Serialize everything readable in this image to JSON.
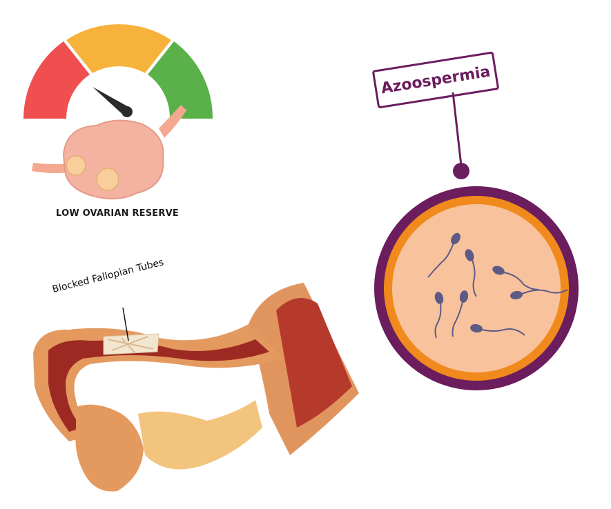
{
  "ovarian": {
    "caption": "LOW OVARIAN RESERVE",
    "gauge_colors": {
      "low": "#ef4f4f",
      "mid": "#f7b23b",
      "high": "#5ab14a"
    }
  },
  "tubes": {
    "label": "Blocked Fallopian Tubes"
  },
  "azoospermia": {
    "label": "Azoospermia",
    "colors": {
      "ring_outer": "#6b1d5e",
      "ring_inner": "#f08a1c",
      "fill": "#f8c29c",
      "sperm": "#5d5a86"
    }
  }
}
